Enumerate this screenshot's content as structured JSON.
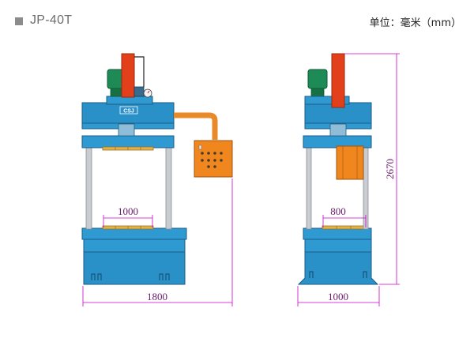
{
  "header": {
    "model": "JP-40T",
    "unit_label": "单位：毫米（mm）"
  },
  "front_view": {
    "logo_text": "CSJ",
    "table_width": "1000",
    "overall_width": "1800"
  },
  "side_view": {
    "table_width": "800",
    "overall_width": "1000",
    "overall_height": "2670"
  },
  "colors": {
    "frame_blue": "#2a90c8",
    "column_grey": "#c9ccd0",
    "cylinder_red": "#e2401b",
    "control_orange": "#f0861e",
    "motor_green": "#1e8a55",
    "mold_yellow": "#e2b24a",
    "dimension_magenta": "#cc00cc"
  }
}
